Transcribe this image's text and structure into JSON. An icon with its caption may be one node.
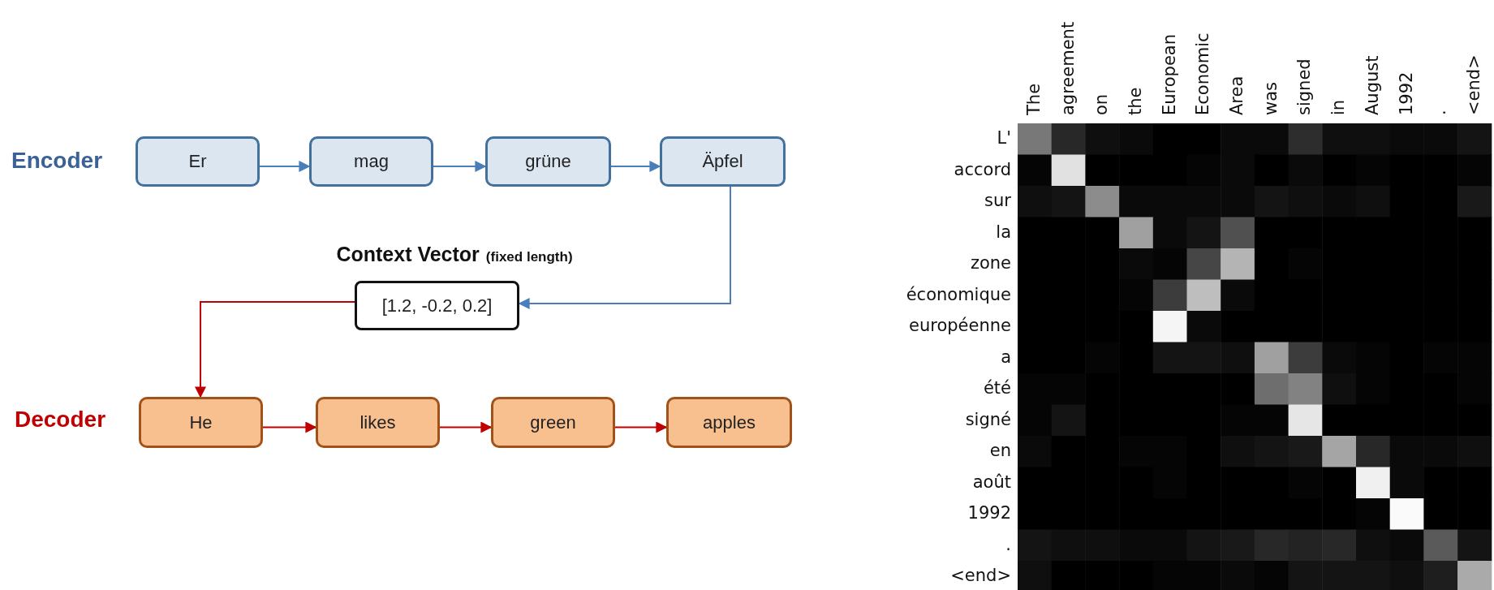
{
  "diagram": {
    "nodes": [
      {
        "text": [
          "Er"
        ]
      },
      {
        "text": [
          "mag"
        ]
      },
      {
        "text": [
          "grüne"
        ]
      },
      {
        "text": [
          "Äpfel"
        ]
      },
      {
        "text": [
          "Context Vector",
          "(fixed length)",
          "[1.2, -0.2, 0.2]"
        ]
      },
      {
        "text": [
          "He"
        ]
      },
      {
        "text": [
          "likes"
        ]
      },
      {
        "text": [
          "green"
        ]
      },
      {
        "text": [
          "apples"
        ]
      }
    ],
    "edges": [
      {
        "from": 0,
        "to": 1,
        "arrow": "to",
        "color": "#4a7ebb"
      },
      {
        "from": 1,
        "to": 2,
        "arrow": "to",
        "color": "#4a7ebb"
      },
      {
        "from": 2,
        "to": 3,
        "arrow": "to",
        "color": "#4a7ebb"
      },
      {
        "from": 3,
        "to": 4,
        "arrow": "to",
        "color": "#4a7ebb"
      },
      {
        "from": 4,
        "to": 5,
        "arrow": "to",
        "color": "#c00000"
      },
      {
        "from": 5,
        "to": 6,
        "arrow": "to",
        "color": "#c00000"
      },
      {
        "from": 6,
        "to": 7,
        "arrow": "to",
        "color": "#c00000"
      },
      {
        "from": 7,
        "to": 8,
        "arrow": "to",
        "color": "#c00000"
      }
    ],
    "labels": [
      "Encoder",
      "Decoder",
      "The",
      "agreement",
      "on",
      "the",
      "European",
      "Economic",
      "Area",
      "was",
      "signed",
      "in",
      "August",
      "1992",
      ".",
      "<end>",
      "L'",
      "accord",
      "sur",
      "la",
      "zone",
      "économique",
      "européenne",
      "a",
      "été",
      "signé",
      "en",
      "août",
      "1992",
      ".",
      "<end>"
    ]
  }
}
